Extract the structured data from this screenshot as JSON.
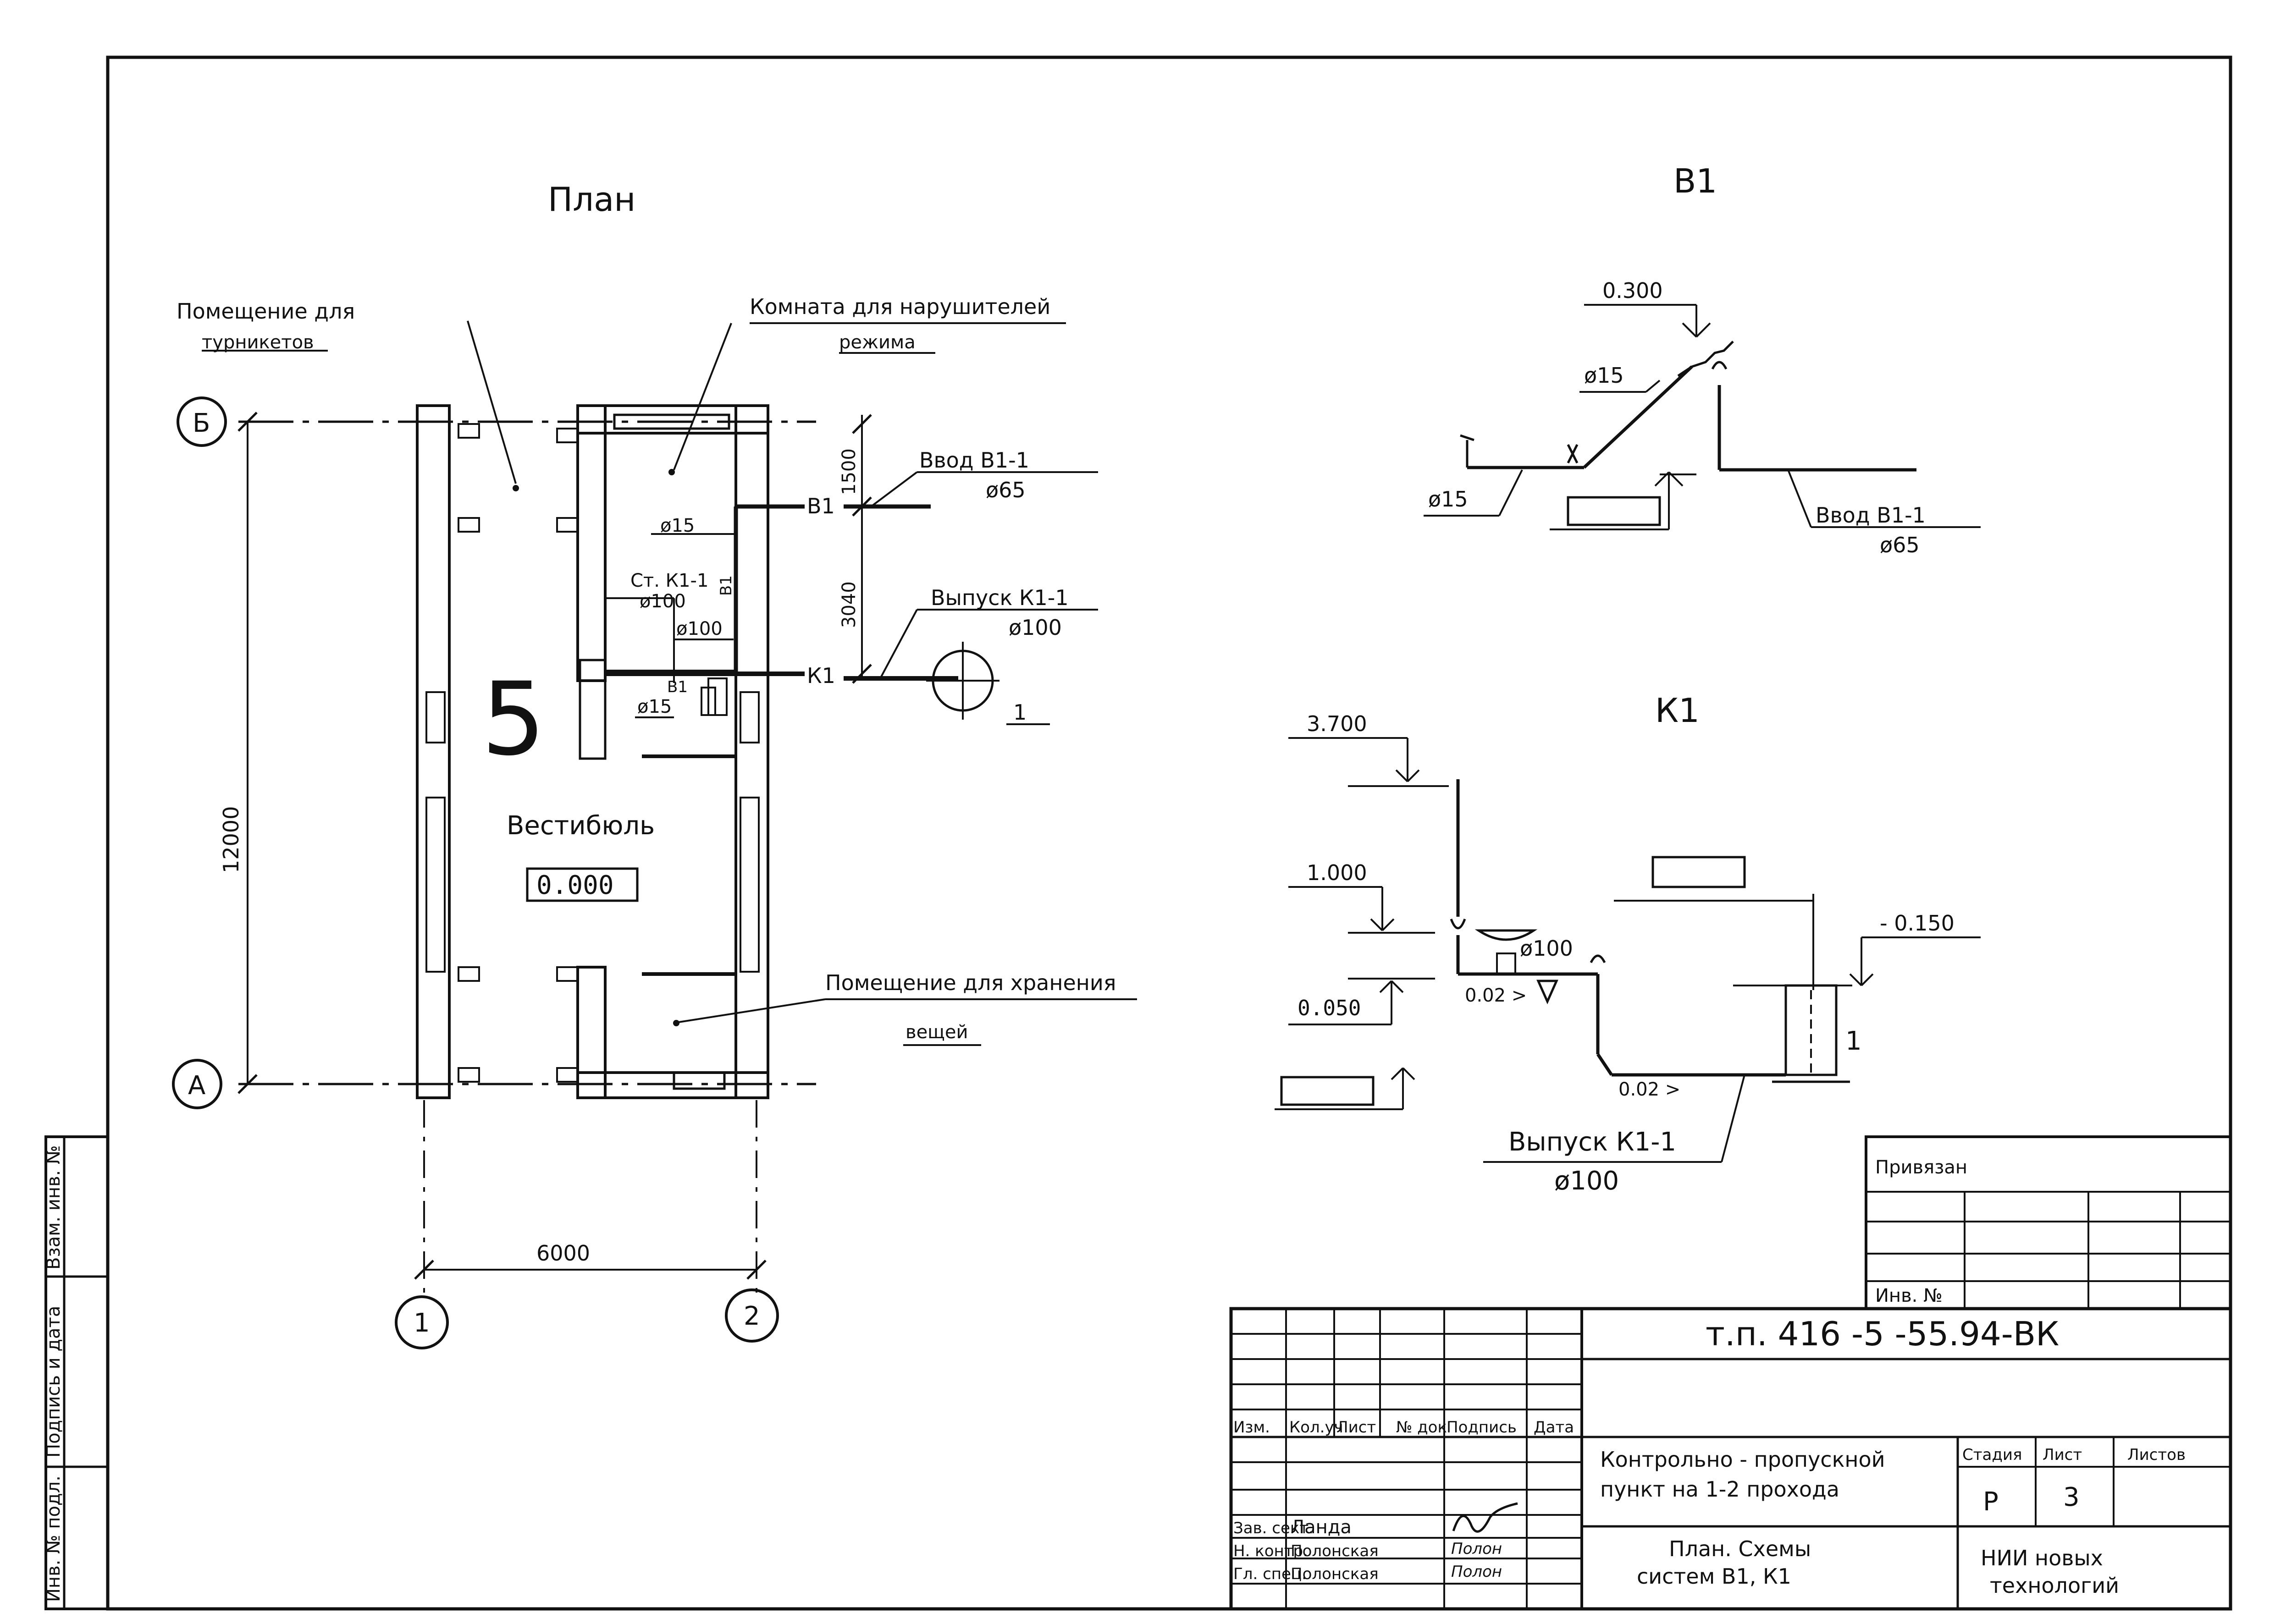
{
  "plan": {
    "title": "План",
    "labels": {
      "turnstile_room": [
        "Помещение для",
        "турникетов"
      ],
      "violators_room": [
        "Комната для нарушителей",
        "режима"
      ],
      "vestibule": "Вестибюль",
      "floor_level": "0.000",
      "storage_room": [
        "Помещение для хранения",
        "вещей"
      ],
      "stair_mark": "5"
    },
    "axes": {
      "row_b": "Б",
      "row_a": "А",
      "col_1": "1",
      "col_2": "2"
    },
    "dims": {
      "height": "12000",
      "width": "6000",
      "d1": "1500",
      "d2": "3040"
    },
    "pipes": {
      "dia15_a": "ø15",
      "b1_tag": "В1",
      "b1_vert": "В1",
      "stack": "Ст. К1-1",
      "stack_dia": "ø100",
      "dia100_b": "ø100",
      "b1_small": "В1",
      "dia15_b": "ø15",
      "k1_tag": "К1",
      "inlet_label": "Ввод В1-1",
      "inlet_dia": "ø65",
      "outlet_label": "Выпуск К1-1",
      "outlet_dia": "ø100",
      "well_num": "1"
    }
  },
  "b1_scheme": {
    "title": "В1",
    "level": "0.300",
    "dia_top": "ø15",
    "dia_left": "ø15",
    "inlet_label": "Ввод В1-1",
    "inlet_dia": "ø65"
  },
  "k1_scheme": {
    "title": "К1",
    "levels": {
      "l1": "3.700",
      "l2": "1.000",
      "l3": "0.050",
      "l4": "- 0.150"
    },
    "dia": "ø100",
    "slope1": "0.02 >",
    "slope2": "0.02 >",
    "outlet_label": "Выпуск К1-1",
    "outlet_dia": "ø100",
    "well_num": "1"
  },
  "side_stamp": {
    "inv_orig": "Инв. № подл.",
    "sign_date": "Подпись и дата",
    "inv_instead": "Взам. инв. №"
  },
  "bound_block": {
    "label": "Привязан",
    "inv": "Инв. №"
  },
  "title_block": {
    "doc_code": "т.п. 416 -5 -55.94-ВК",
    "headers": [
      "Изм.",
      "Кол.уч",
      "Лист",
      "№ док",
      "Подпись",
      "Дата"
    ],
    "signers": [
      {
        "role": "Зав. сект.",
        "name": "Ланда",
        "sign": "подпись"
      },
      {
        "role": "Н. контр.",
        "name": "Полонская",
        "sign": "Полон"
      },
      {
        "role": "Гл. спец.",
        "name": "Полонская",
        "sign": "Полон"
      }
    ],
    "object_name": [
      "Контрольно - пропускной",
      "пункт на 1-2 прохода"
    ],
    "sheet_name": [
      "План. Схемы",
      "систем В1, К1"
    ],
    "stage_h": "Стадия",
    "sheet_h": "Лист",
    "sheets_h": "Листов",
    "stage": "Р",
    "sheet": "3",
    "sheets": "",
    "org": [
      "НИИ новых",
      "технологий"
    ]
  }
}
